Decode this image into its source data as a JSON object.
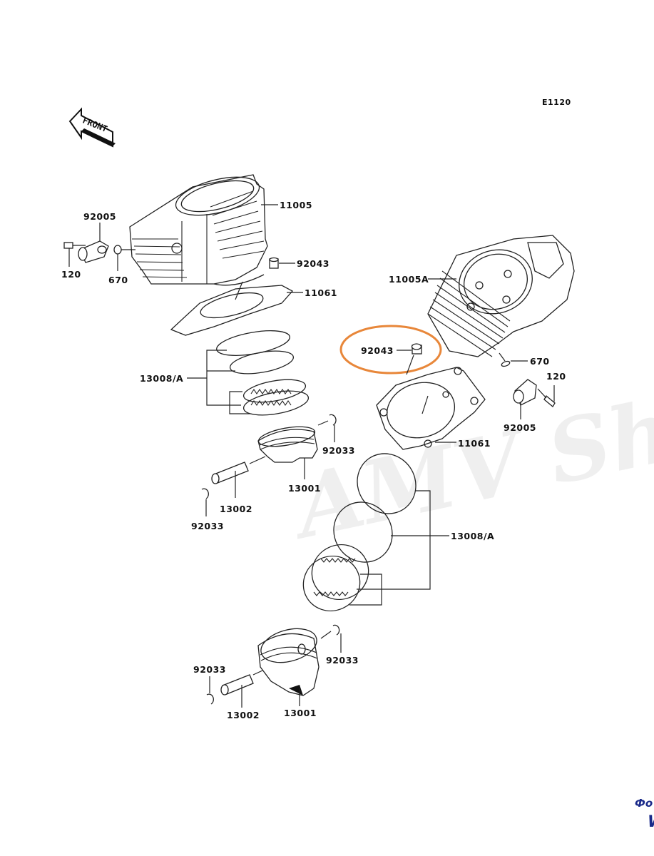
{
  "diagram": {
    "code": "E1120",
    "front_label": "FRONT",
    "watermark": "AMV Shop",
    "highlight_color": "#e8873a",
    "highlighted_part": "92043",
    "callouts": [
      {
        "id": "11005",
        "label": "11005"
      },
      {
        "id": "92005-left",
        "label": "92005"
      },
      {
        "id": "120-left",
        "label": "120"
      },
      {
        "id": "670-left",
        "label": "670"
      },
      {
        "id": "92043-top",
        "label": "92043"
      },
      {
        "id": "11061-top",
        "label": "11061"
      },
      {
        "id": "13008A-left",
        "label": "13008/A"
      },
      {
        "id": "92033-a",
        "label": "92033"
      },
      {
        "id": "13001-a",
        "label": "13001"
      },
      {
        "id": "13002-a",
        "label": "13002"
      },
      {
        "id": "92033-b",
        "label": "92033"
      },
      {
        "id": "11005A",
        "label": "11005A"
      },
      {
        "id": "92043-highlight",
        "label": "92043"
      },
      {
        "id": "670-right",
        "label": "670"
      },
      {
        "id": "120-right",
        "label": "120"
      },
      {
        "id": "92005-right",
        "label": "92005"
      },
      {
        "id": "11061-bottom",
        "label": "11061"
      },
      {
        "id": "13008A-right",
        "label": "13008/A"
      },
      {
        "id": "92033-c",
        "label": "92033"
      },
      {
        "id": "92033-d",
        "label": "92033"
      },
      {
        "id": "13002-b",
        "label": "13002"
      },
      {
        "id": "13001-b",
        "label": "13001"
      }
    ]
  },
  "corner_text": {
    "line1": "Фо",
    "line2": "W"
  }
}
